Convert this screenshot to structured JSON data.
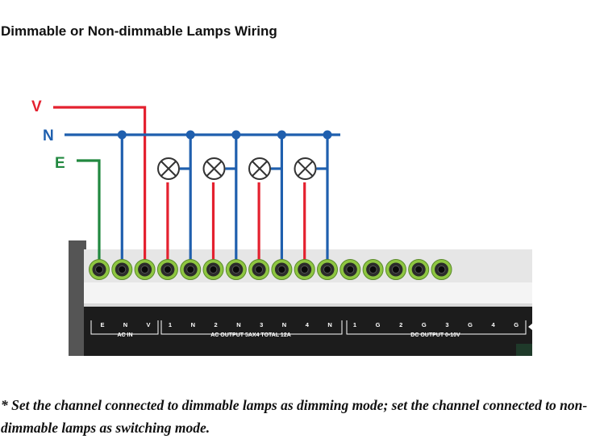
{
  "title": "Dimmable or Non-dimmable Lamps Wiring",
  "wires": {
    "v": {
      "label": "V",
      "color": "#e4212f"
    },
    "n": {
      "label": "N",
      "color": "#1f5fae"
    },
    "e": {
      "label": "E",
      "color": "#21883f"
    }
  },
  "lamp_count": 4,
  "terminal_count": 16,
  "terminals": {
    "ac_in": [
      "E",
      "N",
      "V"
    ],
    "ac_in_label": "AC IN",
    "ac_output": [
      "1",
      "N",
      "2",
      "N",
      "3",
      "N",
      "4",
      "N"
    ],
    "ac_output_label": "AC OUTPUT 5AX4  TOTAL 12A",
    "dc_output": [
      "1",
      "G",
      "2",
      "G",
      "3",
      "G",
      "4",
      "G"
    ],
    "dc_output_label": "DC OUTPUT 0-10V"
  },
  "colors": {
    "terminal_ring": "#8ec641",
    "panel": "#1c1c1c",
    "rail": "#e6e6e6"
  },
  "footnote": "* Set the channel connected to dimmable lamps as dimming mode; set the channel connected to non-dimmable lamps as switching mode."
}
